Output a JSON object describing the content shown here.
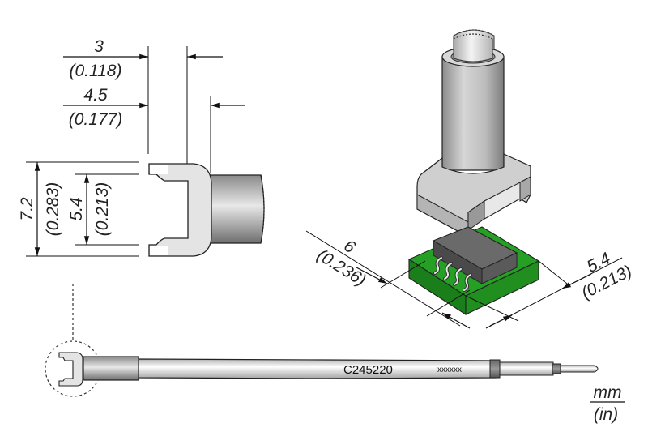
{
  "drawing": {
    "part_number": "C245220",
    "serial_placeholder": "xxxxxx",
    "units": {
      "primary": "mm",
      "secondary": "(in)"
    },
    "dimensions": {
      "tip_inner_width": {
        "mm": "3",
        "in": "(0.118)"
      },
      "tip_outer_width": {
        "mm": "4.5",
        "in": "(0.177)"
      },
      "tip_outer_height": {
        "mm": "7.2",
        "in": "(0.283)"
      },
      "tip_inner_height": {
        "mm": "5.4",
        "in": "(0.213)"
      },
      "component_length": {
        "mm": "6",
        "in": "(0.236)"
      },
      "component_width": {
        "mm": "5.4",
        "in": "(0.213)"
      }
    },
    "colors": {
      "pcb_green": "#1f8a1f",
      "pcb_dark": "#146614",
      "chip_body": "#555555",
      "metal_light": "#e6e6e6",
      "metal_mid": "#b5b5b5",
      "metal_dark": "#7a7a7a"
    }
  }
}
